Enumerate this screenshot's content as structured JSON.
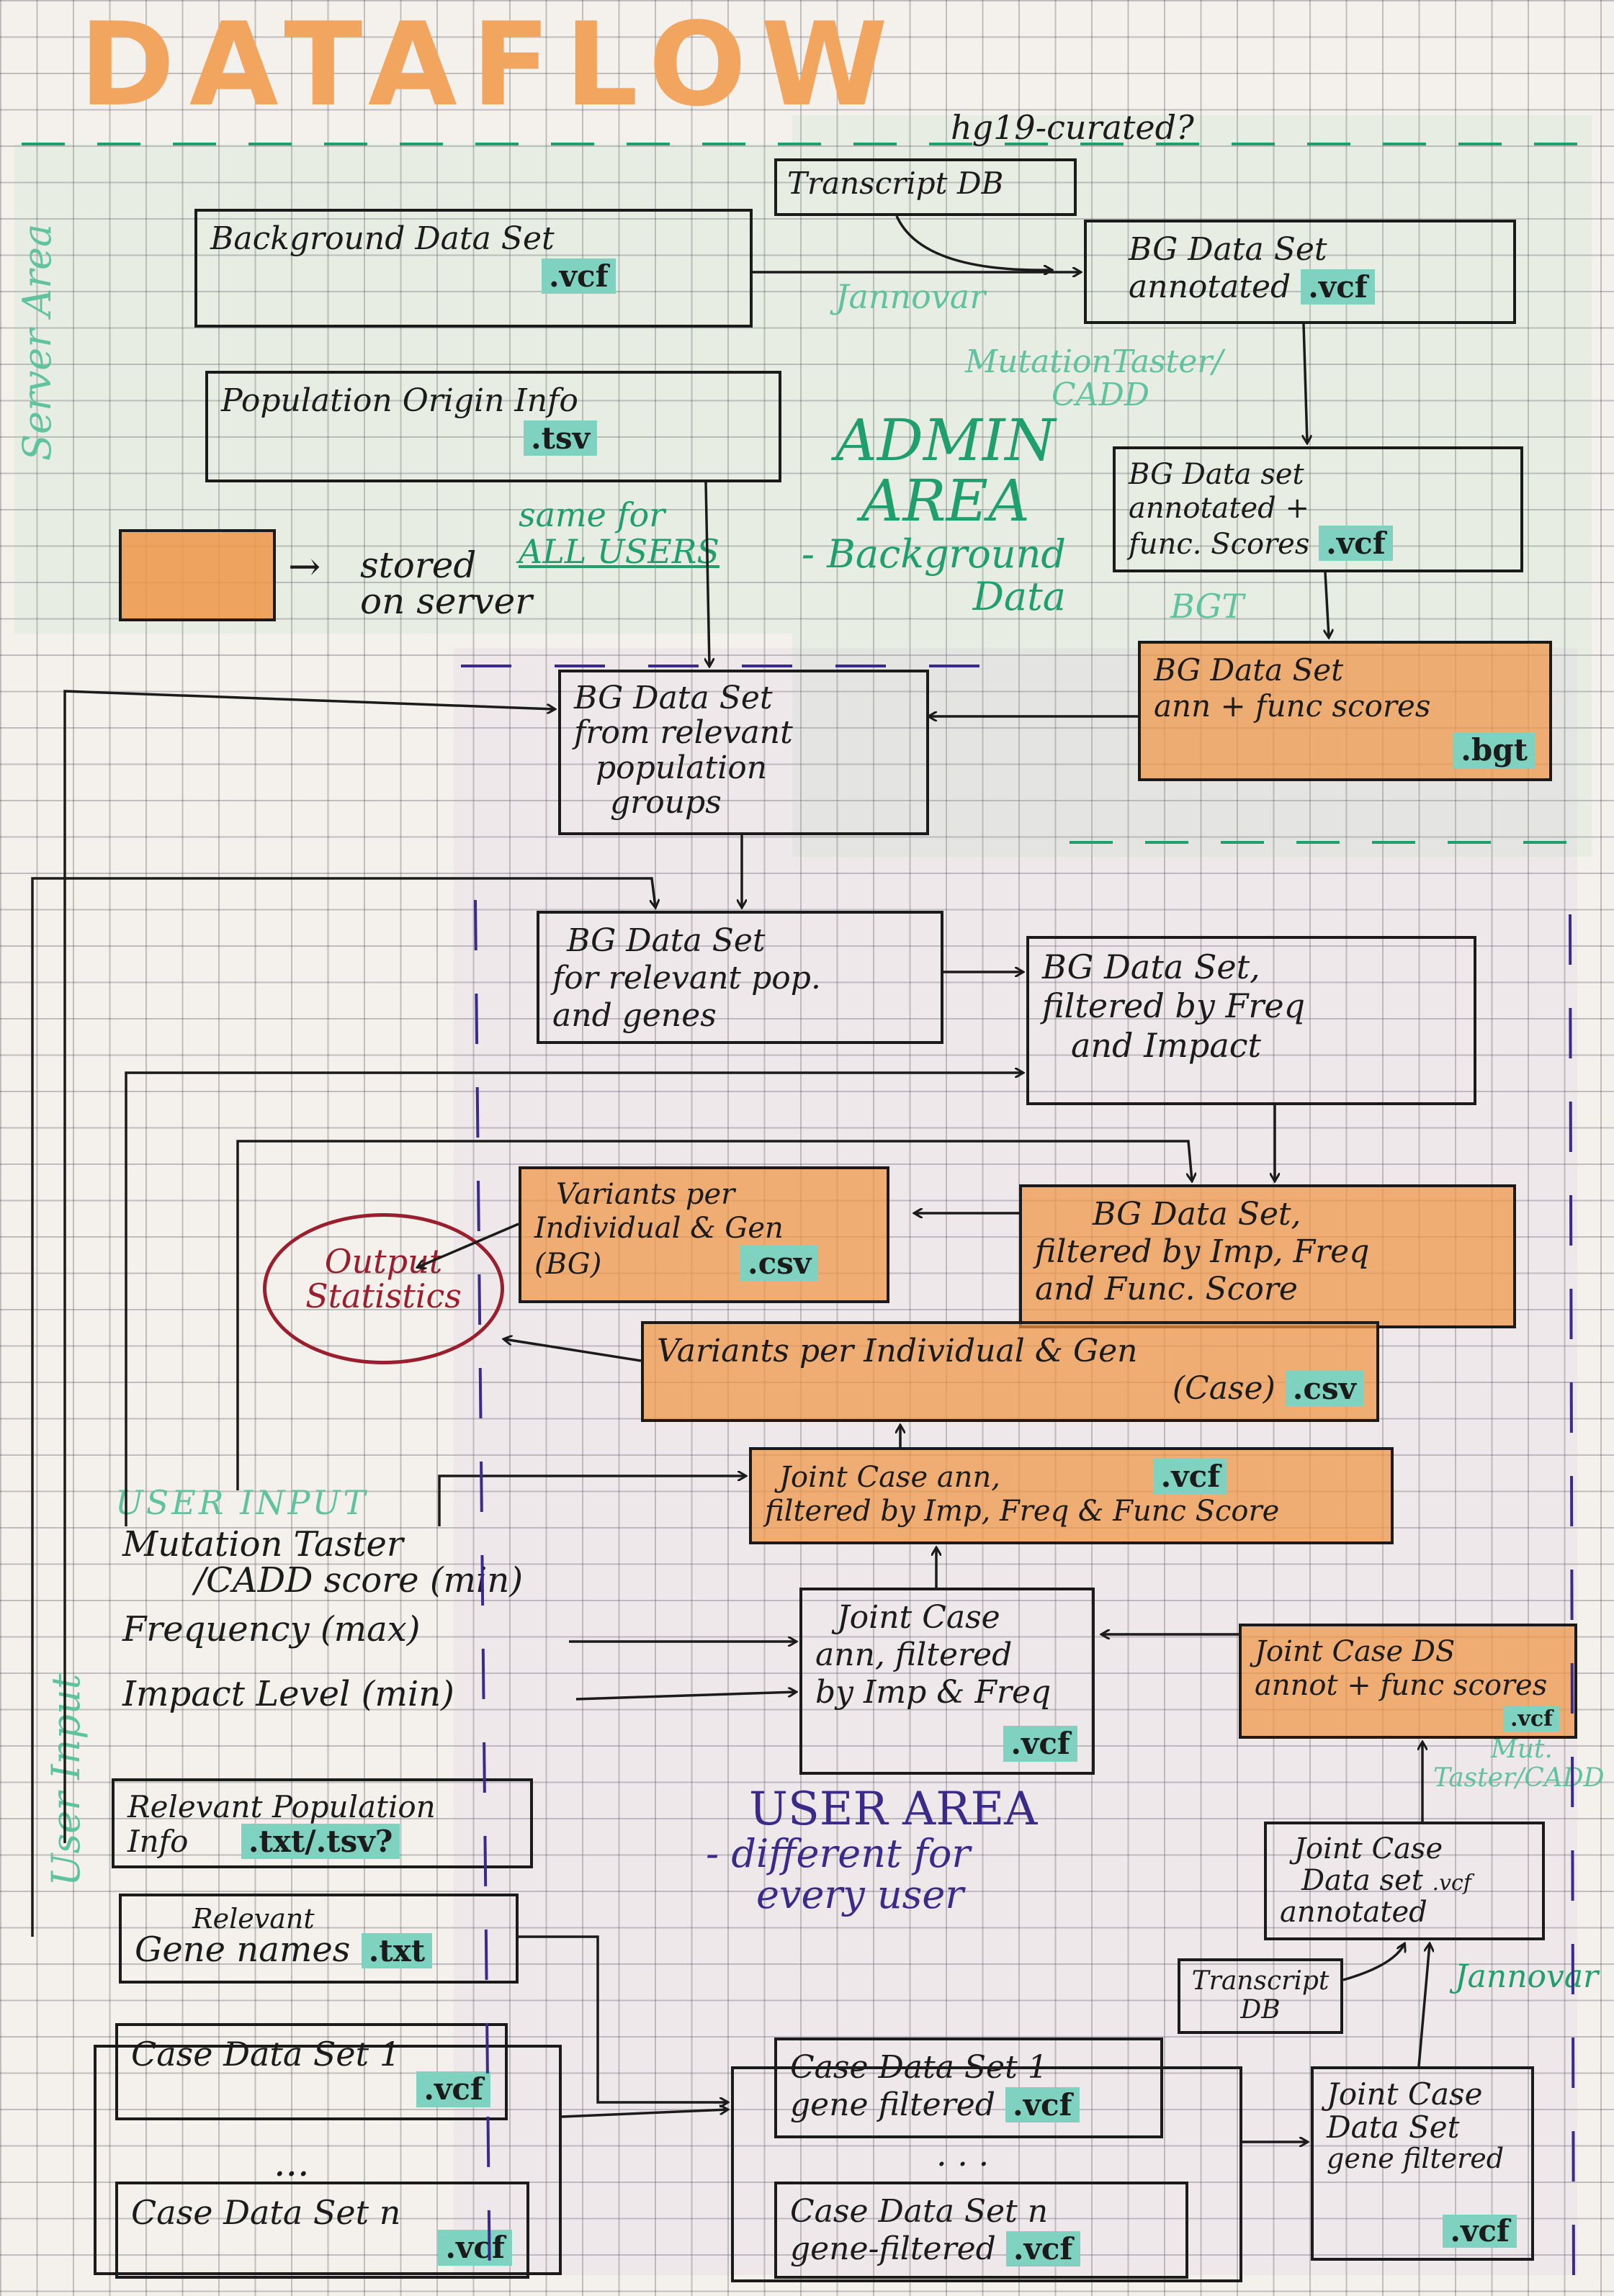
{
  "title": "DATAFLOW",
  "server_area_label": "Server Area",
  "user_input_side_label": "User Input",
  "hg19_note": "hg19-curated?",
  "admin_area": {
    "line1": "ADMIN",
    "line2": "AREA",
    "sub": "- Background",
    "sub2": "Data"
  },
  "same_for_all": {
    "line1": "same for",
    "line2": "ALL USERS"
  },
  "legend": {
    "stored_line1": "stored",
    "stored_line2": "on server"
  },
  "tool_labels": {
    "jannovar_top": "Jannovar",
    "mutation_taster_top": "MutationTaster/",
    "cadd_top": "CADD",
    "bgt": "BGT",
    "jannovar_bottom": "Jannovar",
    "mut_taster_bottom": "Mut.",
    "taster_cadd_bottom": "Taster/CADD"
  },
  "boxes": {
    "transcript_db_top": "Transcript DB",
    "background_ds": {
      "line1": "Background Data Set",
      "ext": ".vcf"
    },
    "population_origin": {
      "line1": "Population Origin Info",
      "ext": ".tsv"
    },
    "bg_annotated": {
      "line1": "BG Data Set",
      "line2": "annotated",
      "ext": ".vcf"
    },
    "bg_func_scores": {
      "line1": "BG Data set",
      "line2": "annotated +",
      "line3": "func. Scores",
      "ext": ".vcf"
    },
    "bg_bgt": {
      "line1": "BG Data Set",
      "line2": "ann + func scores",
      "ext": ".bgt"
    },
    "bg_relevant_pop": {
      "line1": "BG Data Set",
      "line2": "from relevant",
      "line3": "population",
      "line4": "groups"
    },
    "bg_pop_genes": {
      "line1": "BG Data Set",
      "line2": "for relevant pop.",
      "line3": "and genes"
    },
    "bg_filtered_freq": {
      "line1": "BG Data Set,",
      "line2": "filtered by Freq",
      "line3": "and Impact"
    },
    "bg_filtered_func": {
      "line1": "BG Data Set,",
      "line2": "filtered by Imp, Freq",
      "line3": "and Func. Score"
    },
    "variants_bg": {
      "line1": "Variants per",
      "line2": "Individual & Gen",
      "line3": "(BG)",
      "ext": ".csv"
    },
    "variants_case": {
      "line1": "Variants per Individual & Gen",
      "line2": "(Case)",
      "ext": ".csv"
    },
    "output_stats": {
      "line1": "Output",
      "line2": "Statistics"
    },
    "joint_case_func": {
      "line1": "Joint Case ann,",
      "line2": "filtered by Imp, Freq & Func Score",
      "ext": ".vcf"
    },
    "joint_case_freq": {
      "line1": "Joint Case",
      "line2": "ann, filtered",
      "line3": "by Imp & Freq",
      "ext": ".vcf"
    },
    "joint_case_ds": {
      "line1": "Joint Case DS",
      "line2": "annot + func scores",
      "ext": ".vcf"
    },
    "joint_case_annotated": {
      "line1": "Joint Case",
      "line2": "Data set",
      "line3": "annotated",
      "ext": ".vcf"
    },
    "transcript_db_bottom": {
      "line1": "Transcript",
      "line2": "DB"
    },
    "joint_case_gene_filtered": {
      "line1": "Joint Case",
      "line2": "Data Set",
      "line3": "gene filtered",
      "ext": ".vcf"
    },
    "case1_gene_filtered": {
      "line1": "Case Data Set 1",
      "line2": "gene filtered",
      "ext": ".vcf"
    },
    "casen_gene_filtered": {
      "line1": "Case Data Set n",
      "line2": "gene-filtered",
      "ext": ".vcf"
    },
    "case1": {
      "line1": "Case Data Set 1",
      "ext": ".vcf"
    },
    "casen": {
      "line1": "Case Data Set n",
      "ext": ".vcf"
    },
    "relevant_population": {
      "line1": "Relevant Population",
      "line2": "Info",
      "ext": ".txt/.tsv?"
    },
    "relevant_genes": {
      "line1": "Relevant",
      "line2": "Gene names",
      "ext": ".txt"
    }
  },
  "user_input": {
    "header": "USER INPUT",
    "item1": "Mutation Taster",
    "item1b": "/CADD score (min)",
    "item2": "Frequency (max)",
    "item3": "Impact Level (min)"
  },
  "ellipsis_left": "...",
  "ellipsis_right": ". . .",
  "user_area": {
    "line1": "USER AREA",
    "line2": "- different for",
    "line3": "every user"
  },
  "colors": {
    "orange": "#ee9646",
    "teal": "#7fd2bf",
    "green": "#1f9e6e",
    "purple": "#3a2a8a",
    "maroon": "#9a1f2e"
  }
}
